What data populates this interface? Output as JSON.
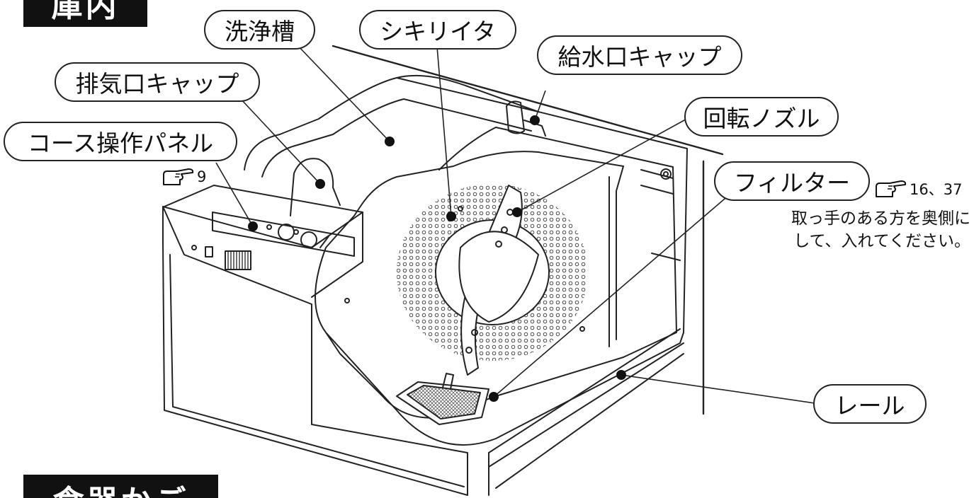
{
  "sections": {
    "interior": "庫内",
    "dish_rack": "食器かご"
  },
  "callouts": {
    "wash_tub": "洗浄槽",
    "divider": "シキリイタ",
    "water_inlet_cap": "給水口キャップ",
    "exhaust_cap": "排気口キャップ",
    "rotating_nozzle": "回転ノズル",
    "course_panel": "コース操作パネル",
    "filter": "フィルター",
    "rail": "レール"
  },
  "page_refs": {
    "course_panel": "9",
    "filter": "16、37"
  },
  "notes": {
    "filter_line1": "取っ手のある方を奥側に",
    "filter_line2": "して、入れてください。"
  },
  "icons": {
    "pointing_hand": "pointing-hand-icon"
  },
  "colors": {
    "line": "#222222",
    "tab_bg": "#111111",
    "tab_text": "#ffffff",
    "background": "#ffffff"
  }
}
